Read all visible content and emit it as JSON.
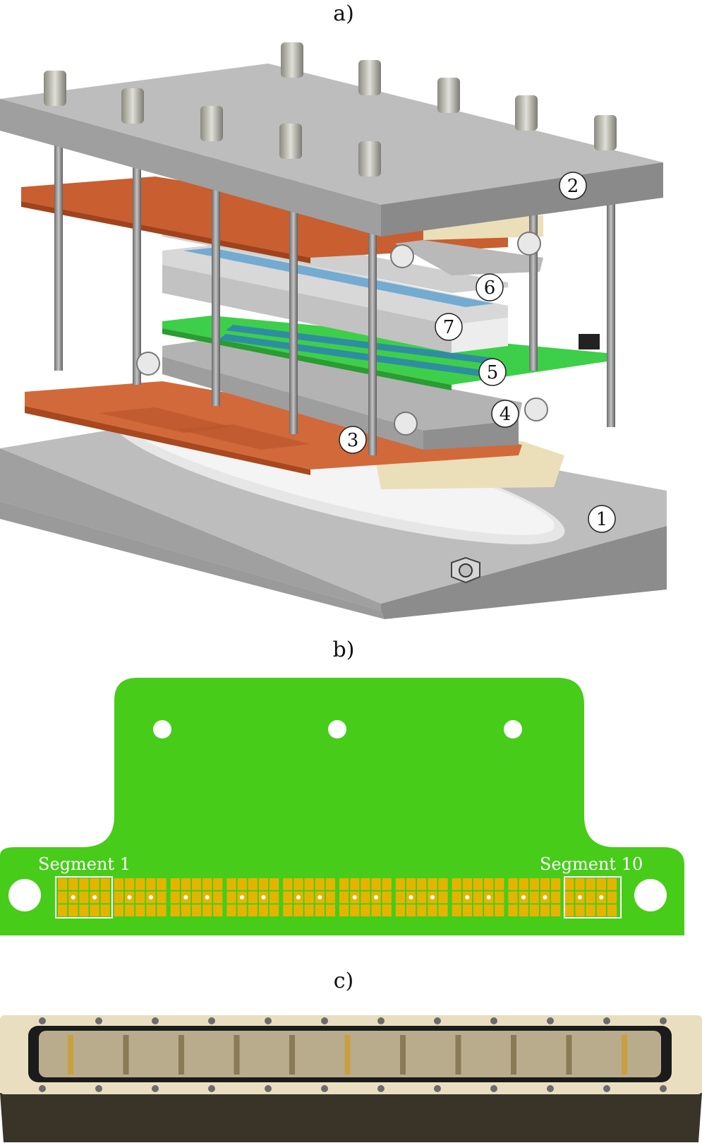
{
  "panels": {
    "a": {
      "label": "a)"
    },
    "b": {
      "label": "b)"
    },
    "c": {
      "label": "c)"
    }
  },
  "callouts": [
    "1",
    "2",
    "3",
    "4",
    "5",
    "6",
    "7"
  ],
  "pcb": {
    "segment_first_label": "Segment 1",
    "segment_last_label": "Segment 10",
    "segment_count": 10
  },
  "colors": {
    "gray_body": "#a9a9a9",
    "copper": "#d2693a",
    "pcb_green": "#47cc1a",
    "pad_gold": "#e6b400",
    "cream": "#eedfbe",
    "photo_frame": "#e9dfc0"
  }
}
